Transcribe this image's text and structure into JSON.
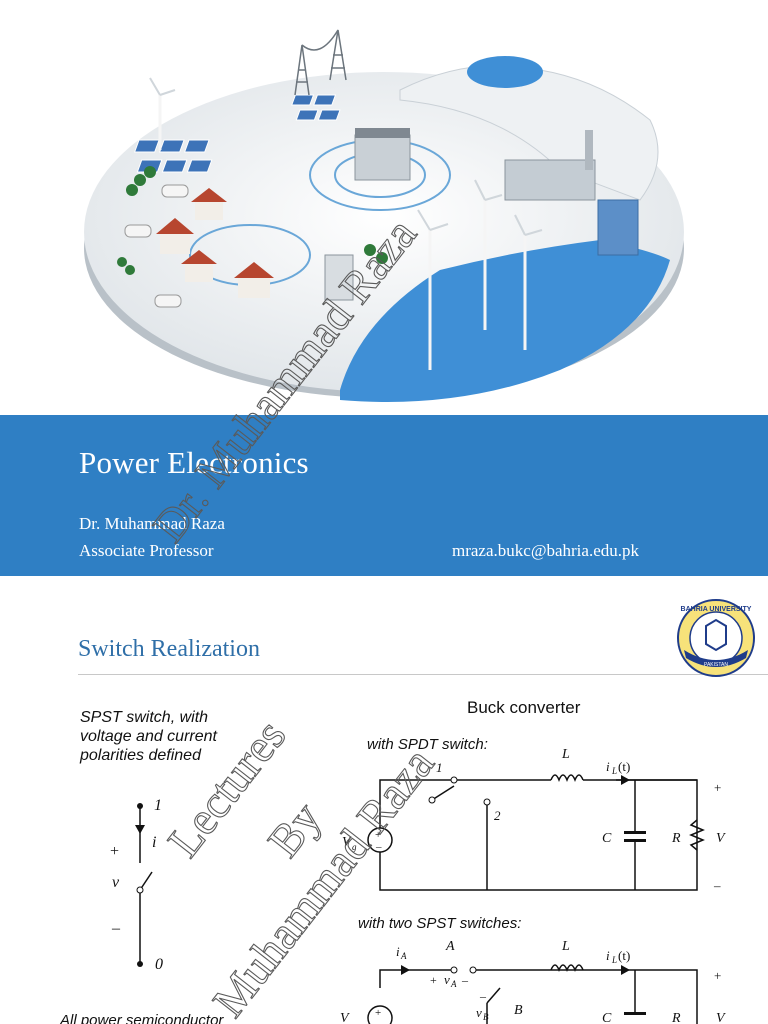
{
  "slide1": {
    "title": "Power Electronics",
    "author": "Dr. Muhammad Raza",
    "role": "Associate Professor",
    "email": "mraza.bukc@bahria.edu.pk",
    "band_color": "#2f7fc4"
  },
  "slide2": {
    "title": "Switch Realization",
    "title_color": "#2f6fa8",
    "logo": {
      "text": "BAHRIA UNIVERSITY",
      "subtext": "PAKISTAN"
    },
    "spst_caption": [
      "SPST switch, with",
      "voltage and current",
      "polarities defined"
    ],
    "buck_heading": "Buck converter",
    "spdt_caption": "with SPDT switch:",
    "two_spst_caption": "with two SPST switches:",
    "bottom_caption": "All power semiconductor",
    "spst_labels": {
      "top": "1",
      "current": "i",
      "plus": "+",
      "voltage": "v",
      "minus": "–",
      "bottom": "0"
    },
    "spdt_labels": {
      "pos1": "1",
      "pos2": "2",
      "L": "L",
      "iL": "i",
      "iL_sub": "L",
      "iL_arg": "(t)",
      "C": "C",
      "R": "R",
      "V": "V",
      "Vg": "V",
      "Vg_sub": "g",
      "plus": "+",
      "minus": "–"
    },
    "two_labels": {
      "iA": "i",
      "iA_sub": "A",
      "A": "A",
      "vA": "v",
      "vA_sub": "A",
      "plus": "+",
      "minus": "–",
      "L": "L",
      "iL": "i",
      "iL_sub": "L",
      "iL_arg": "(t)",
      "vB": "v",
      "vB_sub": "B",
      "B": "B",
      "V": "V",
      "C": "C",
      "R": "R",
      "Vg": "V"
    }
  },
  "watermark": {
    "lines": [
      "Dr. Muhammad Raza",
      "Lectures",
      "By",
      "Muhammad Raza"
    ]
  }
}
